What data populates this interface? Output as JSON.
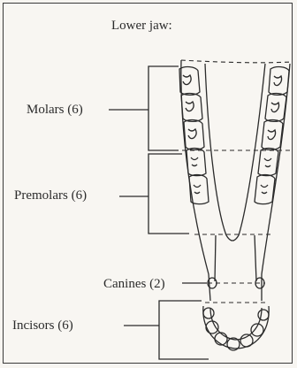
{
  "diagram": {
    "title": "Lower jaw:",
    "labels": {
      "molars": "Molars (6)",
      "premolars": "Premolars (6)",
      "canines": "Canines (2)",
      "incisors": "Incisors (6)"
    }
  },
  "colors": {
    "ink": "#2b2b2b",
    "paper": "#f8f6f2",
    "tooth_fill": "#e9e4da"
  }
}
